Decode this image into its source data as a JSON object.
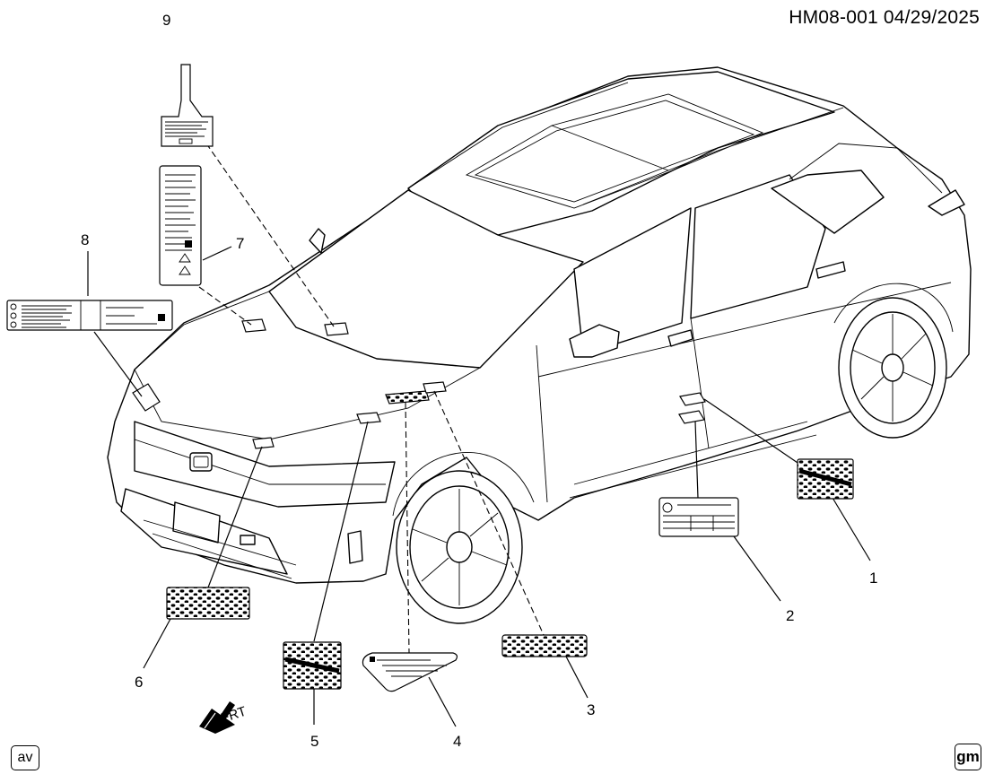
{
  "header": {
    "code": "HM08-001 04/29/2025"
  },
  "callouts": [
    "1",
    "2",
    "3",
    "4",
    "5",
    "6",
    "7",
    "8",
    "9"
  ],
  "direction": {
    "label": "FRT"
  },
  "badges": {
    "left": "av",
    "right": "gm"
  },
  "icons": {
    "direction": "front-direction-arrow-icon",
    "brand": "gm-logo-icon",
    "vendor": "av-logo-icon"
  }
}
